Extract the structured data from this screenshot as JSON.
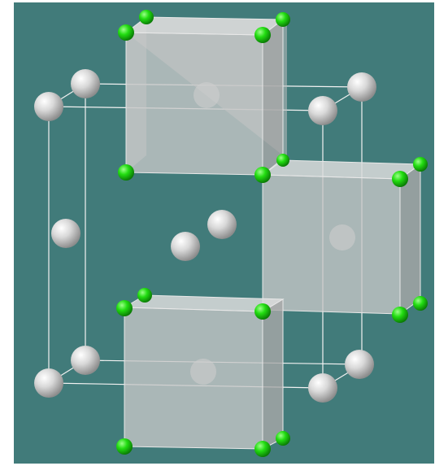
{
  "scene": {
    "background": "#417b7a",
    "frame_color": "#ffffff",
    "box_fill": "#c7c7c7",
    "box_opacity": 0.72,
    "edge_color": "#e8e8e8",
    "large_atom_color": "#d8d8d8",
    "small_atom_color": "#22dd11",
    "counts": {
      "translucent_cubes": 3,
      "large_atoms": 14,
      "small_atoms": 24
    }
  }
}
